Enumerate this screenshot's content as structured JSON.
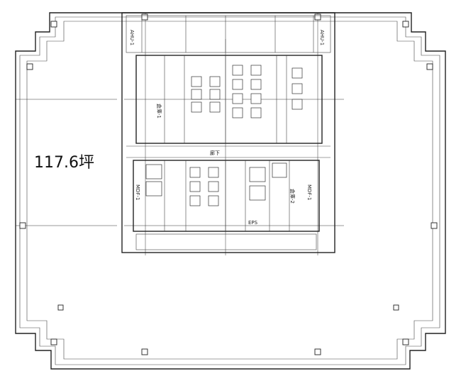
{
  "floor": {
    "area_label": "117.6坪"
  },
  "rooms": {
    "ahu_top_left": "AHU-1",
    "ahu_top_right": "AHU-1",
    "mdf_left": "MDF-1",
    "mdf_right": "MDF-1",
    "storage_left": "倉庫-1",
    "storage_right": "倉庫-2",
    "eps": "EPS",
    "corridor": "廊下"
  }
}
